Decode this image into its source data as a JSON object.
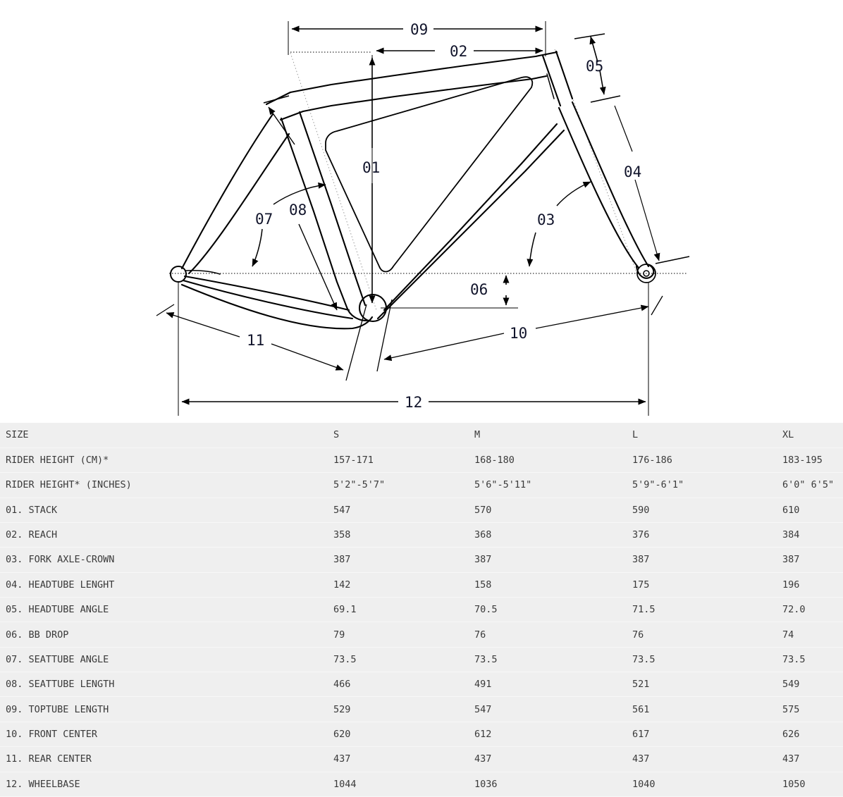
{
  "diagram": {
    "title": "bicycle-frame-geometry-diagram",
    "line_color": "#000000",
    "label_color": "#11142b",
    "callouts": [
      {
        "id": "01",
        "label": "01",
        "meaning": "stack"
      },
      {
        "id": "02",
        "label": "02",
        "meaning": "reach"
      },
      {
        "id": "03",
        "label": "03",
        "meaning": "fork-axle-crown"
      },
      {
        "id": "04",
        "label": "04",
        "meaning": "headtube-lenght"
      },
      {
        "id": "05",
        "label": "05",
        "meaning": "headtube-angle"
      },
      {
        "id": "06",
        "label": "06",
        "meaning": "bb-drop"
      },
      {
        "id": "07",
        "label": "07",
        "meaning": "seattube-angle"
      },
      {
        "id": "08",
        "label": "08",
        "meaning": "seattube-length"
      },
      {
        "id": "09",
        "label": "09",
        "meaning": "toptube-length"
      },
      {
        "id": "10",
        "label": "10",
        "meaning": "front-center"
      },
      {
        "id": "11",
        "label": "11",
        "meaning": "rear-center"
      },
      {
        "id": "12",
        "label": "12",
        "meaning": "wheelbase"
      }
    ]
  },
  "table": {
    "columns": [
      "SIZE",
      "S",
      "M",
      "L",
      "XL"
    ],
    "rows": [
      {
        "label": "SIZE",
        "values": [
          "S",
          "M",
          "L",
          "XL"
        ],
        "is_header": true
      },
      {
        "label": "RIDER HEIGHT (CM)*",
        "values": [
          "157-171",
          "168-180",
          "176-186",
          "183-195"
        ]
      },
      {
        "label": "RIDER HEIGHT* (INCHES)",
        "values": [
          "5'2\"-5'7\"",
          "5'6\"-5'11\"",
          "5'9\"-6'1\"",
          "6'0\" 6'5\""
        ]
      },
      {
        "label": "01. STACK",
        "values": [
          "547",
          "570",
          "590",
          "610"
        ]
      },
      {
        "label": "02. REACH",
        "values": [
          "358",
          "368",
          "376",
          "384"
        ]
      },
      {
        "label": "03. FORK AXLE-CROWN",
        "values": [
          "387",
          "387",
          "387",
          "387"
        ]
      },
      {
        "label": "04. HEADTUBE LENGHT",
        "values": [
          "142",
          "158",
          "175",
          "196"
        ]
      },
      {
        "label": "05. HEADTUBE ANGLE",
        "values": [
          "69.1",
          "70.5",
          "71.5",
          "72.0"
        ]
      },
      {
        "label": "06. BB DROP",
        "values": [
          "79",
          "76",
          "76",
          "74"
        ]
      },
      {
        "label": "07. SEATTUBE ANGLE",
        "values": [
          "73.5",
          "73.5",
          "73.5",
          "73.5"
        ]
      },
      {
        "label": "08. SEATTUBE LENGTH",
        "values": [
          "466",
          "491",
          "521",
          "549"
        ]
      },
      {
        "label": "09. TOPTUBE LENGTH",
        "values": [
          "529",
          "547",
          "561",
          "575"
        ]
      },
      {
        "label": "10. FRONT CENTER",
        "values": [
          "620",
          "612",
          "617",
          "626"
        ]
      },
      {
        "label": "11. REAR CENTER",
        "values": [
          "437",
          "437",
          "437",
          "437"
        ]
      },
      {
        "label": "12. WHEELBASE",
        "values": [
          "1044",
          "1036",
          "1040",
          "1050"
        ]
      }
    ]
  },
  "chart_data": {
    "type": "table",
    "title": "Bicycle frame geometry specification",
    "categories": [
      "S",
      "M",
      "L",
      "XL"
    ],
    "series": [
      {
        "name": "RIDER HEIGHT (CM)*",
        "values": [
          "157-171",
          "168-180",
          "176-186",
          "183-195"
        ]
      },
      {
        "name": "RIDER HEIGHT* (INCHES)",
        "values": [
          "5'2\"-5'7\"",
          "5'6\"-5'11\"",
          "5'9\"-6'1\"",
          "6'0\" 6'5\""
        ]
      },
      {
        "name": "01. STACK",
        "values": [
          547,
          570,
          590,
          610
        ]
      },
      {
        "name": "02. REACH",
        "values": [
          358,
          368,
          376,
          384
        ]
      },
      {
        "name": "03. FORK AXLE-CROWN",
        "values": [
          387,
          387,
          387,
          387
        ]
      },
      {
        "name": "04. HEADTUBE LENGHT",
        "values": [
          142,
          158,
          175,
          196
        ]
      },
      {
        "name": "05. HEADTUBE ANGLE",
        "values": [
          69.1,
          70.5,
          71.5,
          72.0
        ]
      },
      {
        "name": "06. BB DROP",
        "values": [
          79,
          76,
          76,
          74
        ]
      },
      {
        "name": "07. SEATTUBE ANGLE",
        "values": [
          73.5,
          73.5,
          73.5,
          73.5
        ]
      },
      {
        "name": "08. SEATTUBE LENGTH",
        "values": [
          466,
          491,
          521,
          549
        ]
      },
      {
        "name": "09. TOPTUBE LENGTH",
        "values": [
          529,
          547,
          561,
          575
        ]
      },
      {
        "name": "10. FRONT CENTER",
        "values": [
          620,
          612,
          617,
          626
        ]
      },
      {
        "name": "11. REAR CENTER",
        "values": [
          437,
          437,
          437,
          437
        ]
      },
      {
        "name": "12. WHEELBASE",
        "values": [
          1044,
          1036,
          1040,
          1050
        ]
      }
    ]
  }
}
